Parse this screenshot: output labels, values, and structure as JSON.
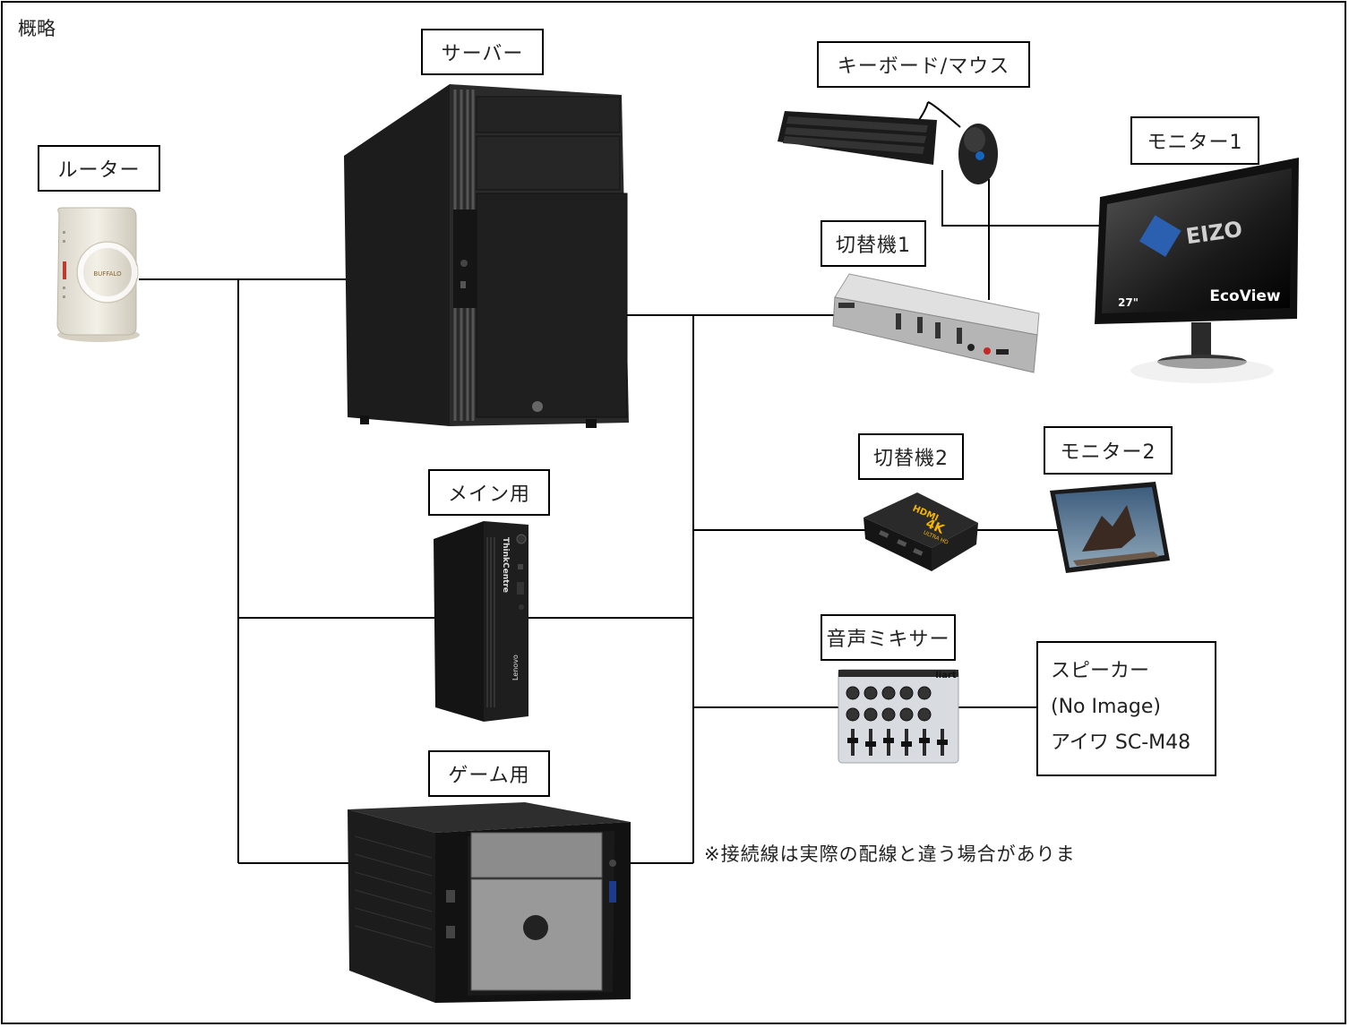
{
  "title": "概略",
  "labels": {
    "router": "ルーター",
    "server": "サーバー",
    "keyboard_mouse": "キーボード/マウス",
    "monitor1": "モニター1",
    "switch1": "切替機1",
    "switch2": "切替機2",
    "monitor2": "モニター2",
    "main_pc": "メイン用",
    "mixer": "音声ミキサー",
    "game_pc": "ゲーム用"
  },
  "speaker": {
    "line1": "スピーカー",
    "line2": "(No Image)",
    "line3": "アイワ SC-M48"
  },
  "device_text": {
    "router_brand": "BUFFALO",
    "monitor1_brand": "EIZO",
    "monitor1_size": "27\"",
    "monitor1_model": "EcoView",
    "switch2_brand": "HDMI",
    "switch2_res": "4K",
    "switch2_sub": "ULTRA HD",
    "mixer_brand": "liart",
    "main_pc_brand": "ThinkCentre",
    "main_pc_vendor": "Lenovo"
  },
  "note": "※接続線は実際の配線と違う場合がありま"
}
